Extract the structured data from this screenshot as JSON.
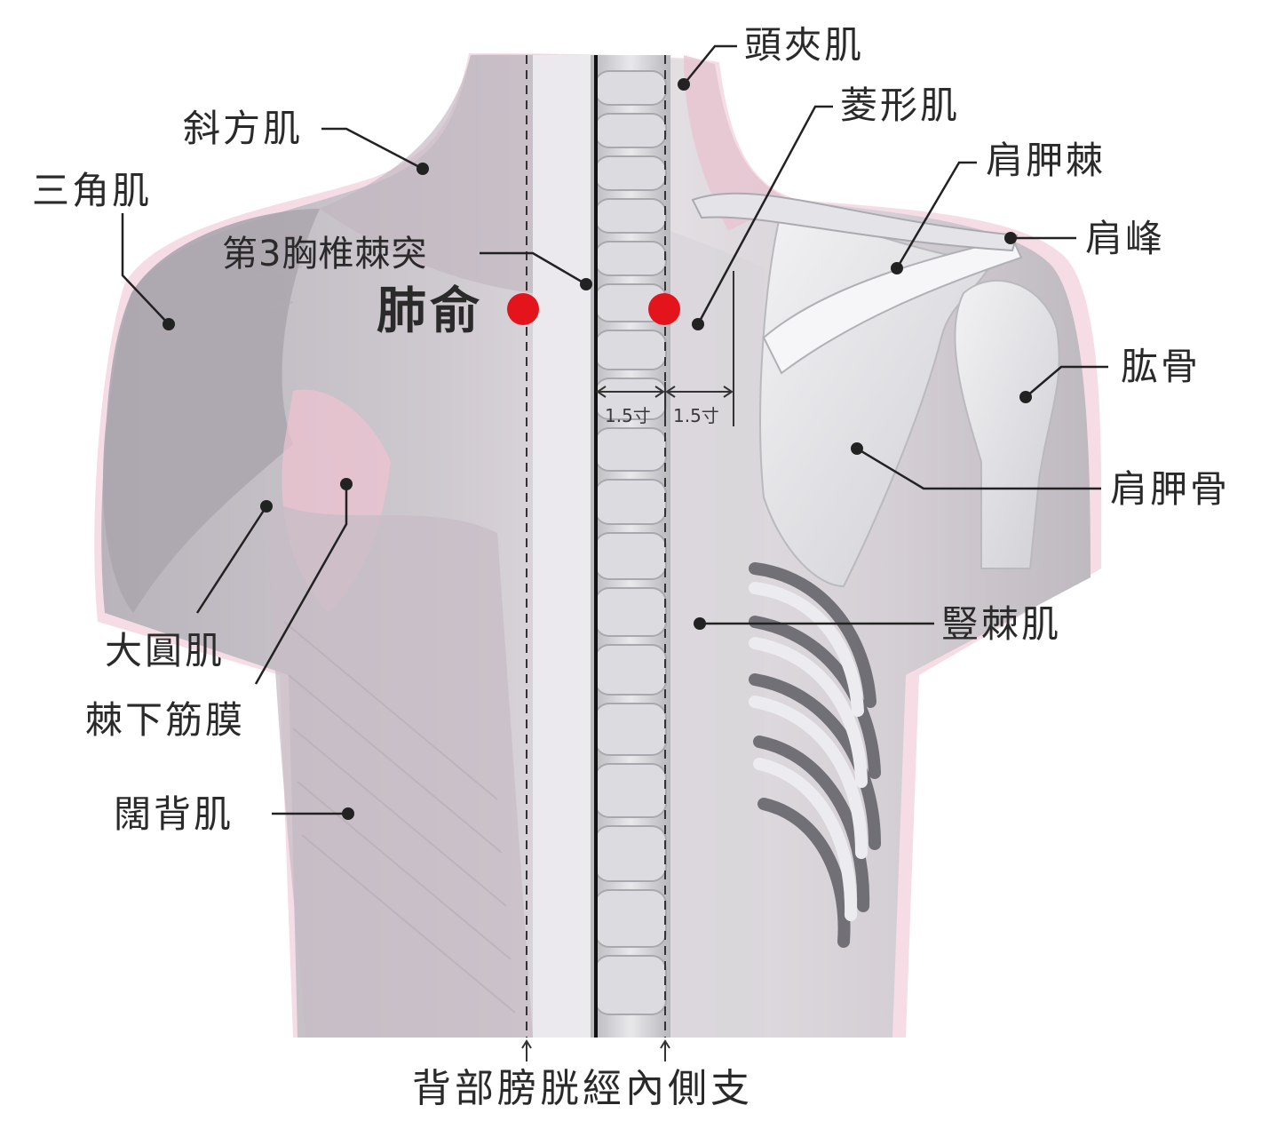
{
  "acupoint": {
    "name": "肺俞",
    "marker_color": "#e3141c"
  },
  "landmark": {
    "vertebra": "第3胸椎棘突"
  },
  "measurements": {
    "left": "1.5寸",
    "right": "1.5寸"
  },
  "meridian": {
    "label": "背部膀胱經內側支"
  },
  "labels": {
    "trapezius": "斜方肌",
    "deltoid": "三角肌",
    "teres_major": "大圓肌",
    "infraspinous_fascia": "棘下筋膜",
    "latissimus_dorsi": "闊背肌",
    "splenius_capitis": "頭夾肌",
    "rhomboid": "菱形肌",
    "scapular_spine": "肩胛棘",
    "acromion": "肩峰",
    "humerus": "肱骨",
    "scapula": "肩胛骨",
    "erector_spinae": "豎棘肌"
  },
  "colors": {
    "body_tone": "#c9c3ca",
    "pink_tint": "#f0c6d2",
    "leader_line": "#222222"
  }
}
